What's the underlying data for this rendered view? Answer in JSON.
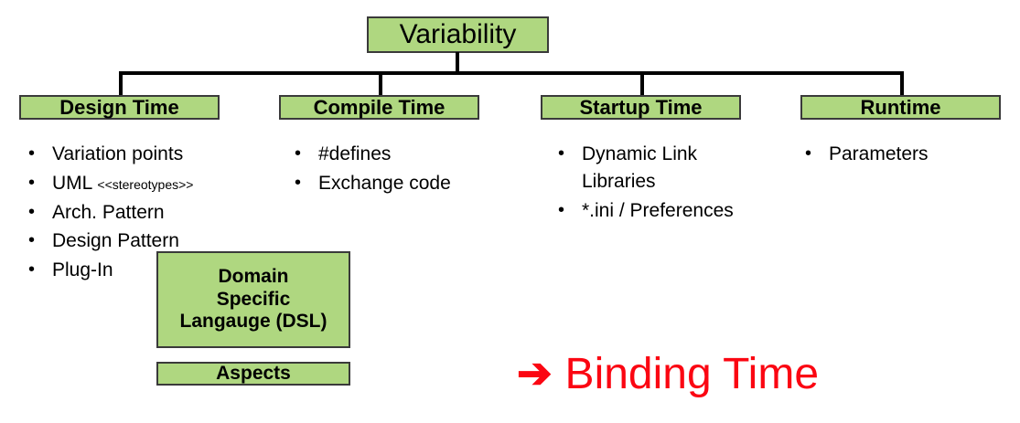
{
  "diagram": {
    "title_box": {
      "label": "Variability"
    },
    "colors": {
      "box_fill": "#AFD780",
      "box_border": "#3A3A3A",
      "line": "#000000",
      "accent_red": "#FB0612",
      "text": "#000000"
    },
    "columns": [
      {
        "header": "Design Time",
        "bullets": [
          {
            "text": "Variation points"
          },
          {
            "text": "UML ",
            "suffix": "<<stereotypes>>"
          },
          {
            "text": "Arch. Pattern"
          },
          {
            "text": "Design Pattern"
          },
          {
            "text": "Plug-In"
          }
        ]
      },
      {
        "header": "Compile Time",
        "bullets": [
          {
            "text": "#defines"
          },
          {
            "text": "Exchange code"
          }
        ]
      },
      {
        "header": "Startup Time",
        "bullets": [
          {
            "text": "Dynamic Link Libraries"
          },
          {
            "text": "*.ini / Preferences"
          }
        ]
      },
      {
        "header": "Runtime",
        "bullets": [
          {
            "text": "Parameters"
          }
        ]
      }
    ],
    "extra_boxes": {
      "dsl": {
        "line1": "Domain",
        "line2": "Specific",
        "line3": "Langauge (DSL)"
      },
      "aspects": {
        "label": "Aspects"
      }
    },
    "callout": {
      "arrow": "➔",
      "label": "Binding Time"
    },
    "bullet_marker": "•"
  }
}
